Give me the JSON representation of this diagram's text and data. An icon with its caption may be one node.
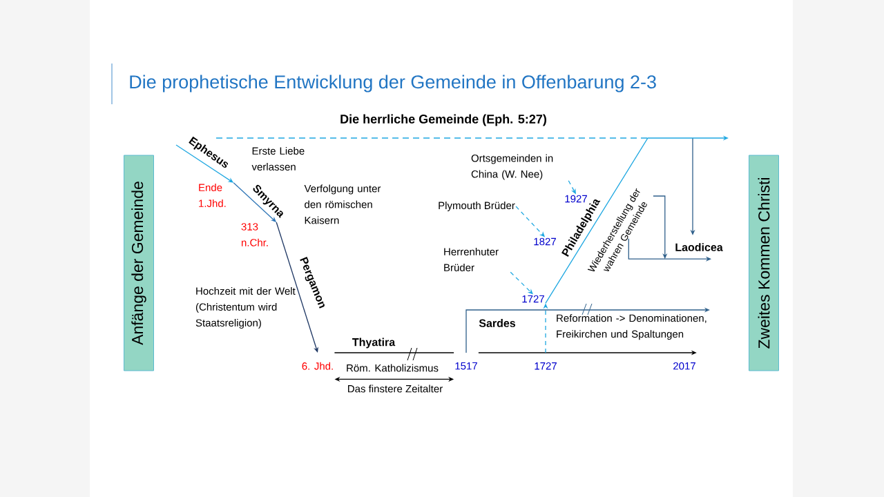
{
  "diagram": {
    "title": "Die prophetische Entwicklung der Gemeinde in Offenbarung 2-3",
    "nodes": [
      {
        "text": [
          "Anfänge der Gemeinde"
        ]
      },
      {
        "text": [
          "Zweites Kommen Christi"
        ]
      },
      {
        "text": [
          "Ende 1.Jhd."
        ]
      },
      {
        "text": [
          "313 n.Chr."
        ]
      },
      {
        "text": [
          "6. Jhd."
        ]
      },
      {
        "text": [
          "1517"
        ]
      },
      {
        "text": [
          "1727"
        ]
      },
      {
        "text": [
          "2017"
        ]
      },
      {
        "text": [
          "1727"
        ]
      },
      {
        "text": [
          "1827"
        ]
      },
      {
        "text": [
          "1927"
        ]
      },
      {
        "text": [
          "Herrenhuter Brüder"
        ]
      },
      {
        "text": [
          "Plymouth Brüder"
        ]
      },
      {
        "text": [
          "Ortsgemeinden in China (W. Nee)"
        ]
      },
      {
        "text": [
          "Laodicea"
        ]
      },
      {
        "text": [
          "Wiederherstellung der wahren Gemeinde"
        ]
      },
      {
        "text": [
          "Reformation -> Denominationen, Freikirchen und Spaltungen"
        ]
      }
    ],
    "edges": [
      {
        "from": null,
        "to": 2,
        "arrow": "to",
        "label": "Ephesus",
        "color": "#1ea7e1"
      },
      {
        "from": 2,
        "to": 3,
        "arrow": "to",
        "label": "Smyrna",
        "color": "#2e75b6"
      },
      {
        "from": 3,
        "to": 4,
        "arrow": "to",
        "label": "Pergamon",
        "color": "#1f3864"
      },
      {
        "from": 4,
        "to": 5,
        "arrow": "none",
        "label": "Thyatira",
        "color": "#000000"
      },
      {
        "from": 5,
        "to": 7,
        "arrow": "to",
        "color": "#000000"
      },
      {
        "from": 5,
        "to": 16,
        "arrow": "to",
        "label": "Sardes",
        "color": "#2e5f8a"
      },
      {
        "from": 6,
        "to": 8,
        "arrow": "to",
        "style": "dashed",
        "color": "#1ea7e1"
      },
      {
        "from": 11,
        "to": 8,
        "arrow": "to",
        "style": "dashed",
        "color": "#1ea7e1"
      },
      {
        "from": 12,
        "to": 9,
        "arrow": "to",
        "style": "dashed",
        "color": "#1ea7e1"
      },
      {
        "from": 13,
        "to": 10,
        "arrow": "to",
        "style": "dashed",
        "color": "#1ea7e1"
      },
      {
        "from": null,
        "to": 14,
        "arrow": "to",
        "color": "#2e5f8a"
      },
      {
        "from": 8,
        "to": null,
        "arrow": "to",
        "label": "Philadelphia",
        "color": "#1ea7e1"
      },
      {
        "from": 15,
        "to": 14,
        "arrow": "to",
        "color": "#2e5f8a"
      },
      {
        "from": 15,
        "to": 14,
        "arrow": "to",
        "color": "#2e5f8a"
      },
      {
        "from": 4,
        "to": 5,
        "arrow": "both",
        "label": "Das finstere Zeitalter",
        "color": "#000000"
      }
    ],
    "labels": [
      "Die herrliche Gemeinde (Eph. 5:27)",
      "Erste Liebe verlassen",
      "Verfolgung unter den römischen Kaisern",
      "Hochzeit mit der Welt (Christentum wird Staatsreligion)",
      "Röm. Katholizismus"
    ]
  }
}
